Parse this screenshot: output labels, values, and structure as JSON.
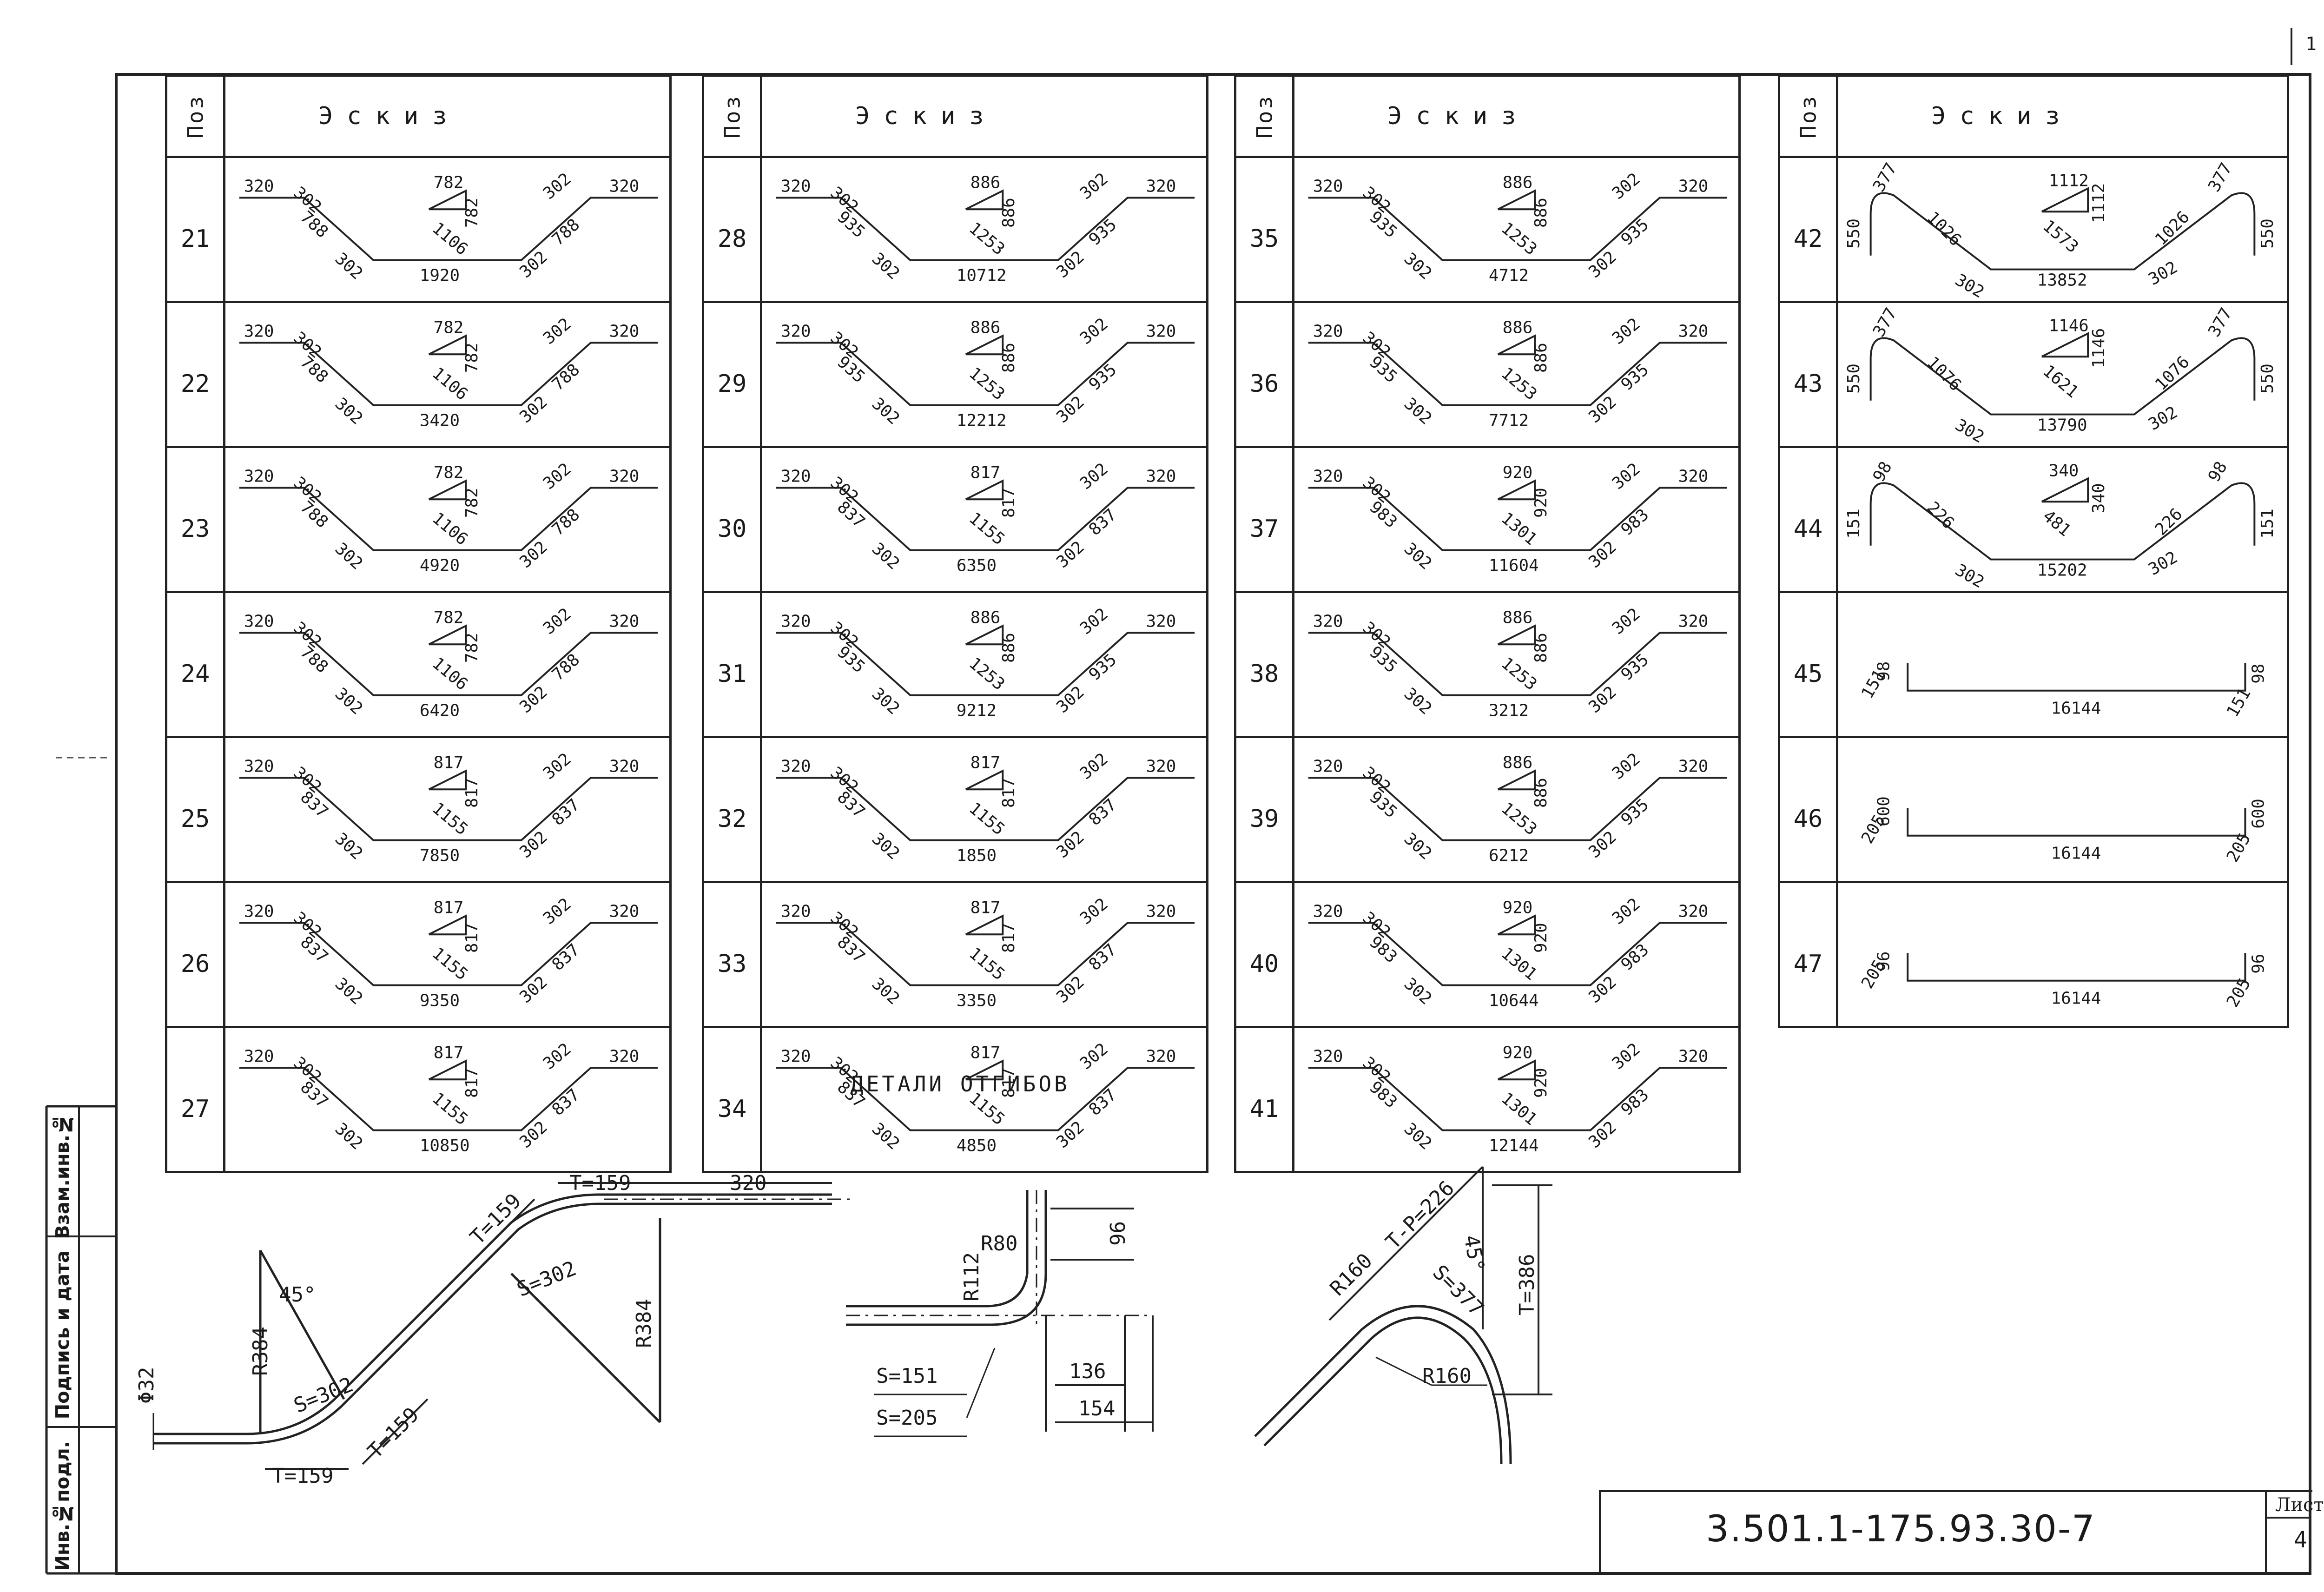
{
  "sheet_corner_number": "1",
  "header": {
    "poz": "Поз",
    "eskiz": "Эскиз"
  },
  "groups": [
    {
      "rows": [
        {
          "poz": "21",
          "top": [
            "320",
            "302",
            "782",
            "302",
            "320"
          ],
          "diag": "788",
          "hyp": [
            "1106",
            "782"
          ],
          "bot": [
            "302",
            "1920",
            "302"
          ],
          "diag_r": "788"
        },
        {
          "poz": "22",
          "top": [
            "320",
            "302",
            "782",
            "302",
            "320"
          ],
          "diag": "788",
          "hyp": [
            "1106",
            "782"
          ],
          "bot": [
            "302",
            "3420",
            "302"
          ],
          "diag_r": "788"
        },
        {
          "poz": "23",
          "top": [
            "320",
            "302",
            "782",
            "302",
            "320"
          ],
          "diag": "788",
          "hyp": [
            "1106",
            "782"
          ],
          "bot": [
            "302",
            "4920",
            "302"
          ],
          "diag_r": "788"
        },
        {
          "poz": "24",
          "top": [
            "320",
            "302",
            "782",
            "302",
            "320"
          ],
          "diag": "788",
          "hyp": [
            "1106",
            "782"
          ],
          "bot": [
            "302",
            "6420",
            "302"
          ],
          "diag_r": "788"
        },
        {
          "poz": "25",
          "top": [
            "320",
            "302",
            "817",
            "302",
            "320"
          ],
          "diag": "837",
          "hyp": [
            "1155",
            "817"
          ],
          "bot": [
            "302",
            "7850",
            "302"
          ],
          "diag_r": "837"
        },
        {
          "poz": "26",
          "top": [
            "320",
            "302",
            "817",
            "302",
            "320"
          ],
          "diag": "837",
          "hyp": [
            "1155",
            "817"
          ],
          "bot": [
            "302",
            "9350",
            "302"
          ],
          "diag_r": "837"
        },
        {
          "poz": "27",
          "top": [
            "320",
            "302",
            "817",
            "302",
            "320"
          ],
          "diag": "837",
          "hyp": [
            "1155",
            "817"
          ],
          "bot": [
            "302",
            "10850",
            "302"
          ],
          "diag_r": "837"
        }
      ]
    },
    {
      "rows": [
        {
          "poz": "28",
          "top": [
            "320",
            "302",
            "886",
            "302",
            "320"
          ],
          "diag": "935",
          "hyp": [
            "1253",
            "886"
          ],
          "bot": [
            "302",
            "10712",
            "302"
          ],
          "diag_r": "935"
        },
        {
          "poz": "29",
          "top": [
            "320",
            "302",
            "886",
            "302",
            "320"
          ],
          "diag": "935",
          "hyp": [
            "1253",
            "886"
          ],
          "bot": [
            "302",
            "12212",
            "302"
          ],
          "diag_r": "935"
        },
        {
          "poz": "30",
          "top": [
            "320",
            "302",
            "817",
            "302",
            "320"
          ],
          "diag": "837",
          "hyp": [
            "1155",
            "817"
          ],
          "bot": [
            "302",
            "6350",
            "302"
          ],
          "diag_r": "837"
        },
        {
          "poz": "31",
          "top": [
            "320",
            "302",
            "886",
            "302",
            "320"
          ],
          "diag": "935",
          "hyp": [
            "1253",
            "886"
          ],
          "bot": [
            "302",
            "9212",
            "302"
          ],
          "diag_r": "935"
        },
        {
          "poz": "32",
          "top": [
            "320",
            "302",
            "817",
            "302",
            "320"
          ],
          "diag": "837",
          "hyp": [
            "1155",
            "817"
          ],
          "bot": [
            "302",
            "1850",
            "302"
          ],
          "diag_r": "837"
        },
        {
          "poz": "33",
          "top": [
            "320",
            "302",
            "817",
            "302",
            "320"
          ],
          "diag": "837",
          "hyp": [
            "1155",
            "817"
          ],
          "bot": [
            "302",
            "3350",
            "302"
          ],
          "diag_r": "837"
        },
        {
          "poz": "34",
          "top": [
            "320",
            "302",
            "817",
            "302",
            "320"
          ],
          "diag": "837",
          "hyp": [
            "1155",
            "817"
          ],
          "bot": [
            "302",
            "4850",
            "302"
          ],
          "diag_r": "837"
        }
      ]
    },
    {
      "rows": [
        {
          "poz": "35",
          "top": [
            "320",
            "302",
            "886",
            "302",
            "320"
          ],
          "diag": "935",
          "hyp": [
            "1253",
            "886"
          ],
          "bot": [
            "302",
            "4712",
            "302"
          ],
          "diag_r": "935"
        },
        {
          "poz": "36",
          "top": [
            "320",
            "302",
            "886",
            "302",
            "320"
          ],
          "diag": "935",
          "hyp": [
            "1253",
            "886"
          ],
          "bot": [
            "302",
            "7712",
            "302"
          ],
          "diag_r": "935"
        },
        {
          "poz": "37",
          "top": [
            "320",
            "302",
            "920",
            "302",
            "320"
          ],
          "diag": "983",
          "hyp": [
            "1301",
            "920"
          ],
          "bot": [
            "302",
            "11604",
            "302"
          ],
          "diag_r": "983"
        },
        {
          "poz": "38",
          "top": [
            "320",
            "302",
            "886",
            "302",
            "320"
          ],
          "diag": "935",
          "hyp": [
            "1253",
            "886"
          ],
          "bot": [
            "302",
            "3212",
            "302"
          ],
          "diag_r": "935"
        },
        {
          "poz": "39",
          "top": [
            "320",
            "302",
            "886",
            "302",
            "320"
          ],
          "diag": "935",
          "hyp": [
            "1253",
            "886"
          ],
          "bot": [
            "302",
            "6212",
            "302"
          ],
          "diag_r": "935"
        },
        {
          "poz": "40",
          "top": [
            "320",
            "302",
            "920",
            "302",
            "320"
          ],
          "diag": "983",
          "hyp": [
            "1301",
            "920"
          ],
          "bot": [
            "302",
            "10644",
            "302"
          ],
          "diag_r": "983"
        },
        {
          "poz": "41",
          "top": [
            "320",
            "302",
            "920",
            "302",
            "320"
          ],
          "diag": "983",
          "hyp": [
            "1301",
            "920"
          ],
          "bot": [
            "302",
            "12144",
            "302"
          ],
          "diag_r": "983"
        }
      ]
    }
  ],
  "group4": {
    "rows": [
      {
        "poz": "42",
        "kind": "hook",
        "side": "550",
        "hooks": "377",
        "diag": "1026",
        "tri": [
          "1112",
          "1573",
          "1112"
        ],
        "bot": [
          "302",
          "13852",
          "302"
        ]
      },
      {
        "poz": "43",
        "kind": "hook",
        "side": "550",
        "hooks": "377",
        "diag": "1076",
        "tri": [
          "1146",
          "1621",
          "1146"
        ],
        "bot": [
          "302",
          "13790",
          "302"
        ]
      },
      {
        "poz": "44",
        "kind": "small",
        "side": "151",
        "hooks": "98",
        "diag": "226",
        "tri": [
          "340",
          "481",
          "340"
        ],
        "bot": [
          "302",
          "15202",
          "302"
        ]
      },
      {
        "poz": "45",
        "kind": "flat",
        "up": "98",
        "foot": "151",
        "len": "16144"
      },
      {
        "poz": "46",
        "kind": "flat",
        "up": "600",
        "foot": "205",
        "len": "16144"
      },
      {
        "poz": "47",
        "kind": "flat",
        "up": "96",
        "foot": "205",
        "len": "16144"
      }
    ]
  },
  "bend_details": {
    "title": "ДЕТАЛИ ОТГИБОВ",
    "left": {
      "t1": "T=159",
      "t2": "T=159",
      "t3": "T=159",
      "t4": "T=159",
      "len": "320",
      "s1": "S=302",
      "s2": "S=302",
      "r1": "R384",
      "r2": "R384",
      "ang": "45°",
      "dia": "Φ32"
    },
    "mid": {
      "r112": "R112",
      "r80": "R80",
      "d96": "96",
      "s151": "S=151",
      "s205": "S=205",
      "d136": "136",
      "d154": "154"
    },
    "right": {
      "r160a": "R160",
      "r160b": "R160",
      "tp": "T-P=226",
      "ang": "45°",
      "s": "S=377",
      "t": "T=386"
    }
  },
  "stamp": {
    "code": "3.501.1-175.93.30-7",
    "list_label": "Лист",
    "list_value": "4"
  },
  "side_labels": [
    "Инв.№подл.",
    "Подпись и дата",
    "Взам.инв.№"
  ]
}
